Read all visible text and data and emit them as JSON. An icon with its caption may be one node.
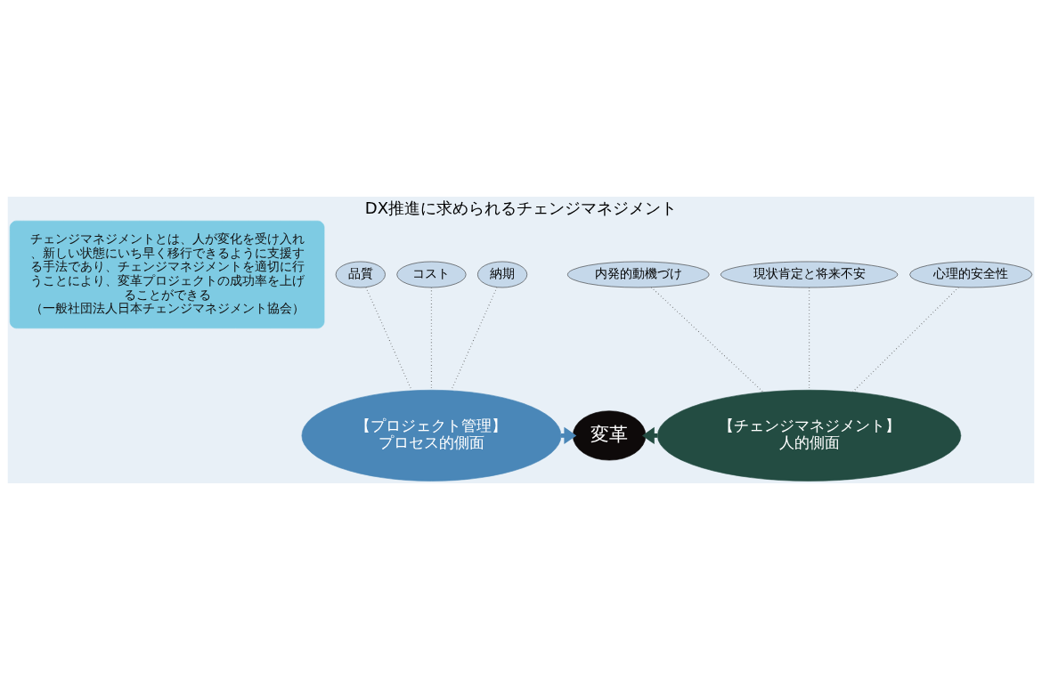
{
  "diagram": {
    "title": "DX推進に求められるチェンジマネジメント",
    "nodes": [
      {
        "text": [
          "チェンジマネジメントとは、人が変化を受け入れ、新しい状態にいち早く移行できるように支援する手法であり、チェンジマネジメントを適切に行うことにより、変革プロジェクトの成功率を上げることができる",
          "（一般社団法人日本チェンジマネジメント協会）"
        ]
      },
      {
        "text": [
          "品質"
        ]
      },
      {
        "text": [
          "コスト"
        ]
      },
      {
        "text": [
          "納期"
        ]
      },
      {
        "text": [
          "内発的動機づけ"
        ]
      },
      {
        "text": [
          "現状肯定と将来不安"
        ]
      },
      {
        "text": [
          "心理的安全性"
        ]
      },
      {
        "text": [
          "【プロジェクト管理】",
          "プロセス的側面"
        ]
      },
      {
        "text": [
          "変革"
        ]
      },
      {
        "text": [
          "【チェンジマネジメント】",
          "人的側面"
        ]
      }
    ],
    "edges": [
      {
        "from": 7,
        "to": 8,
        "arrow": "to",
        "style": "thick",
        "color": "#4a87b8"
      },
      {
        "from": 9,
        "to": 8,
        "arrow": "to",
        "style": "thick",
        "color": "#234c42"
      },
      {
        "from": 7,
        "to": 1,
        "arrow": "none",
        "style": "dashed"
      },
      {
        "from": 7,
        "to": 2,
        "arrow": "none",
        "style": "dashed"
      },
      {
        "from": 7,
        "to": 3,
        "arrow": "none",
        "style": "dashed"
      },
      {
        "from": 9,
        "to": 4,
        "arrow": "none",
        "style": "dashed"
      },
      {
        "from": 9,
        "to": 5,
        "arrow": "none",
        "style": "dashed"
      },
      {
        "from": 9,
        "to": 6,
        "arrow": "none",
        "style": "dashed"
      }
    ]
  }
}
